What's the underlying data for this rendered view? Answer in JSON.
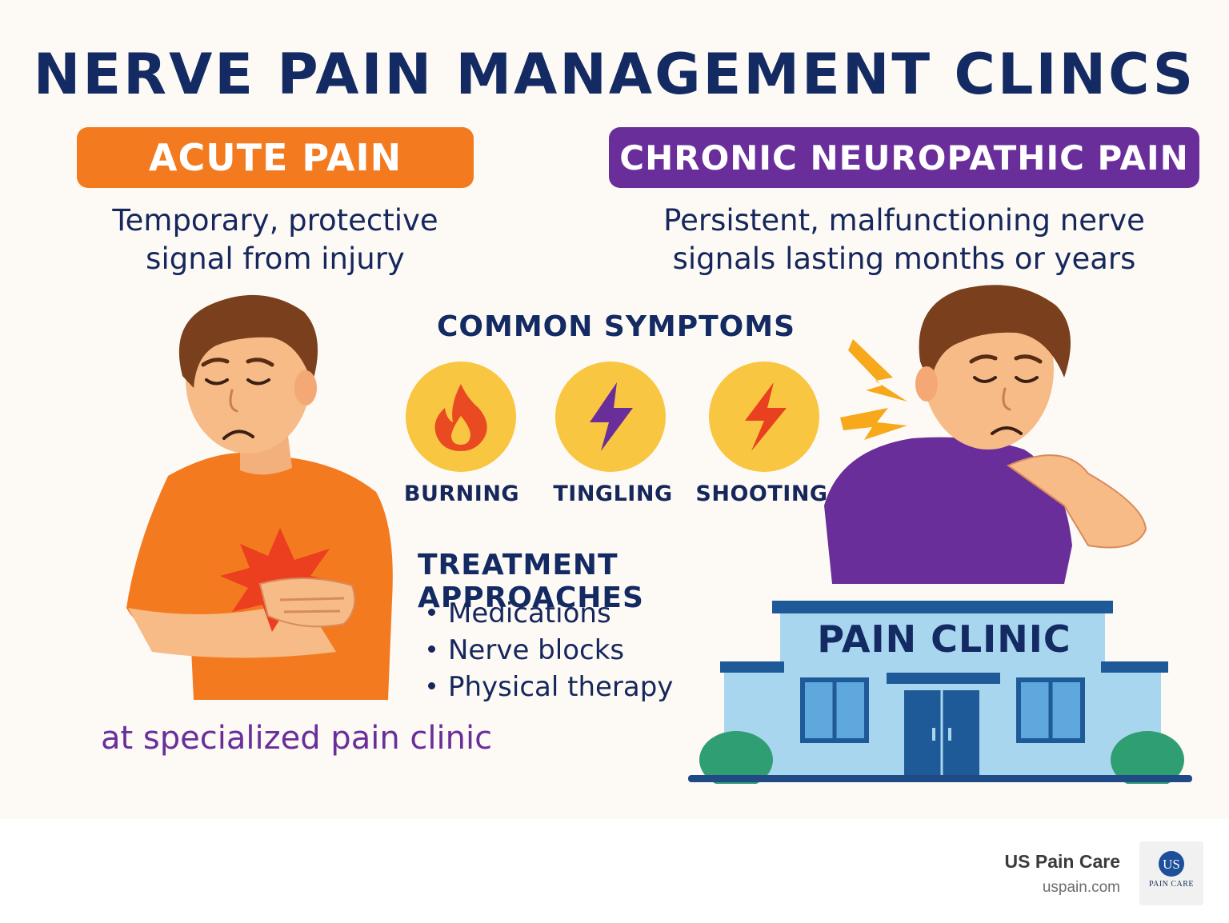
{
  "title": "NERVE PAIN MANAGEMENT CLINCS",
  "acute": {
    "label": "ACUTE PAIN",
    "description": "Temporary, protective signal from injury",
    "color": "#f47a20"
  },
  "chronic": {
    "label": "CHRONIC NEUROPATHIC PAIN",
    "description": "Persistent, malfunctioning nerve signals lasting months or years",
    "color": "#6a2e9a"
  },
  "symptoms": {
    "heading": "COMMON SYMPTOMS",
    "items": [
      {
        "label": "BURNING",
        "icon": "flame-icon"
      },
      {
        "label": "TINGLING",
        "icon": "lightning-bolt-icon"
      },
      {
        "label": "SHOOTING",
        "icon": "lightning-bolt-icon"
      }
    ]
  },
  "treatment": {
    "heading": "TREATMENT APPROACHES",
    "items": [
      "Medications",
      "Nerve blocks",
      "Physical therapy"
    ]
  },
  "caption": "at specialized pain clinic",
  "clinic": {
    "sign": "PAIN CLINIC"
  },
  "footer": {
    "brand": "US Pain Care",
    "url": "uspain.com",
    "logo_monogram": "US",
    "logo_text": "PAIN CARE"
  }
}
